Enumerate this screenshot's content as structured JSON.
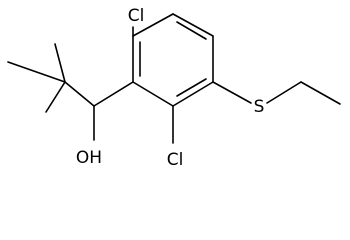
{
  "structure": {
    "atom_labels": {
      "cl_top": "Cl",
      "cl_bottom": "Cl",
      "sulfur": "S",
      "hydroxyl": "OH"
    },
    "colors": {
      "line": "#000000",
      "background": "#ffffff"
    }
  }
}
